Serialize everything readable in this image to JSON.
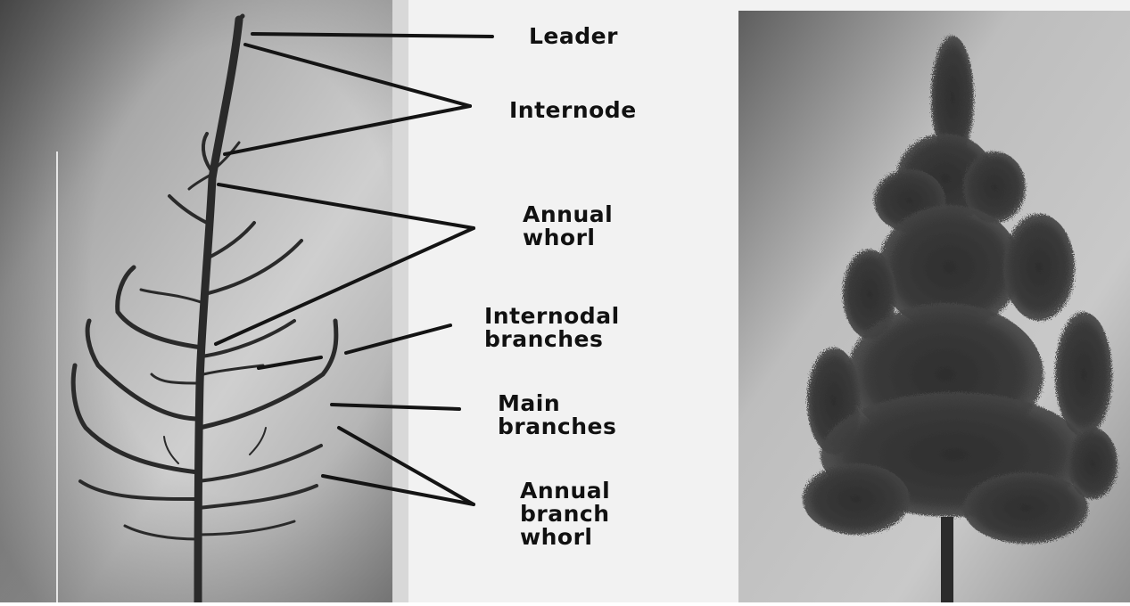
{
  "labels": {
    "leader": "Leader",
    "internode": "Internode",
    "annual_whorl": [
      "Annual",
      "whorl"
    ],
    "internodal_branches": [
      "Internodal",
      "branches"
    ],
    "main_branches": [
      "Main",
      "branches"
    ],
    "annual_branch_whorl": [
      "Annual",
      "branch",
      "whorl"
    ]
  },
  "colors": {
    "line": "#141414",
    "text": "#111111",
    "paper": "#f2f2f2"
  }
}
